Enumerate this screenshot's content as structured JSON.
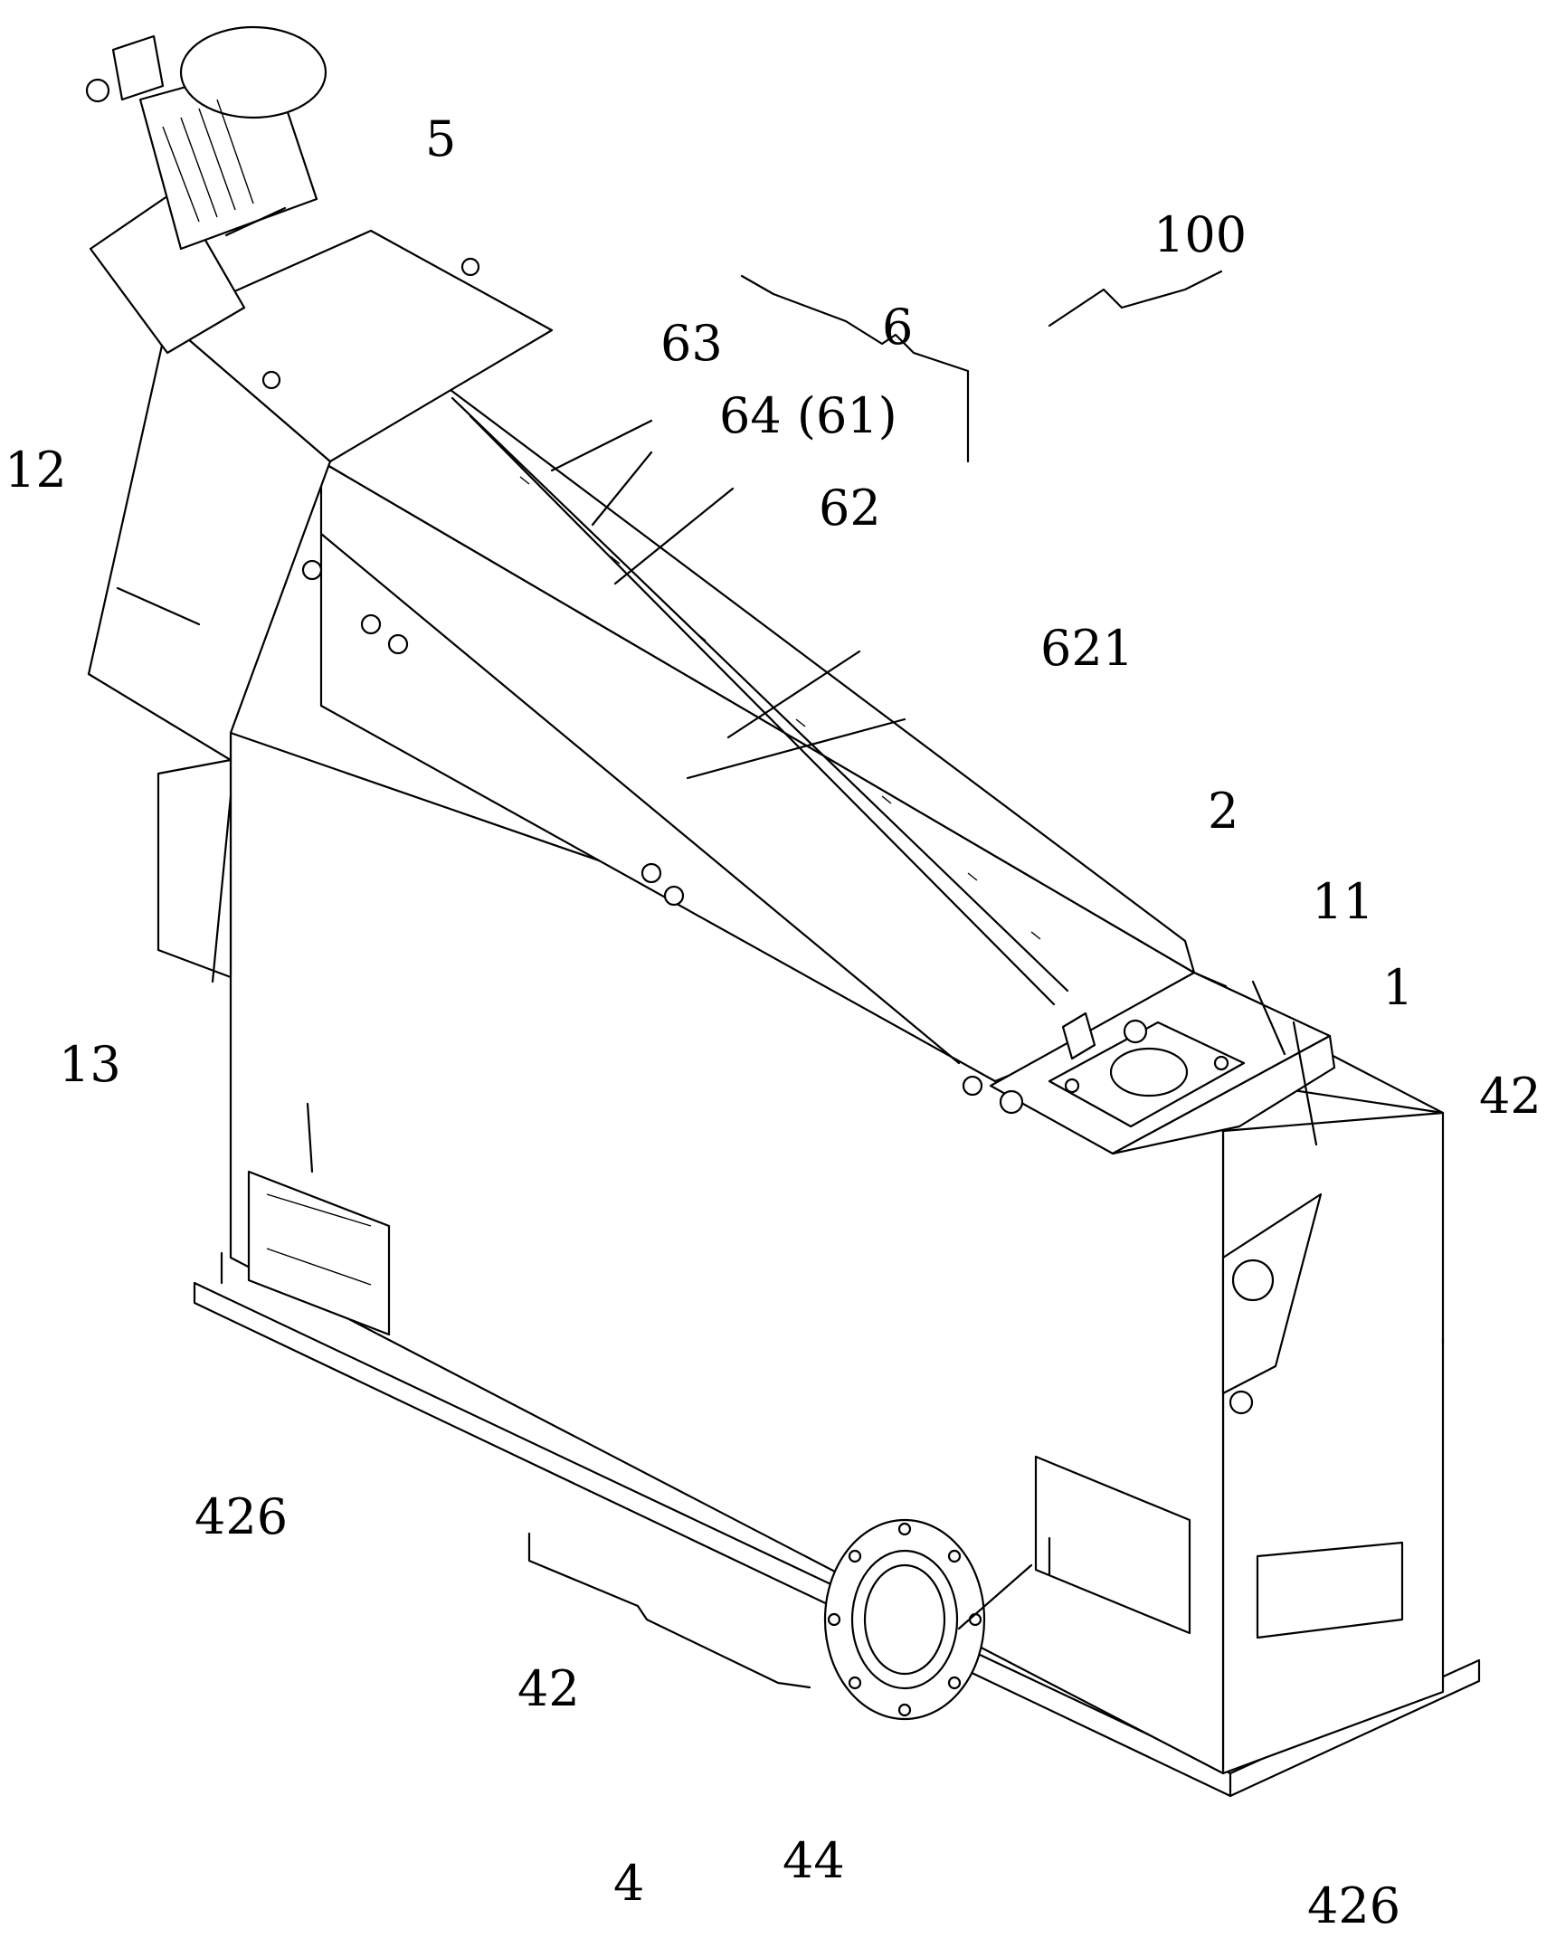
{
  "figure": {
    "labels": {
      "assembly": "100",
      "motor": "5",
      "screen_group": "6",
      "part_63": "63",
      "part_64": "64 (61)",
      "part_62": "62",
      "part_621": "621",
      "part_12": "12",
      "part_13": "13",
      "part_2": "2",
      "part_11": "11",
      "part_1": "1",
      "tank_side_right": "42",
      "tank_side_front": "42",
      "window_left": "426",
      "window_right": "426",
      "tank_group": "4",
      "base_rail": "44"
    }
  }
}
